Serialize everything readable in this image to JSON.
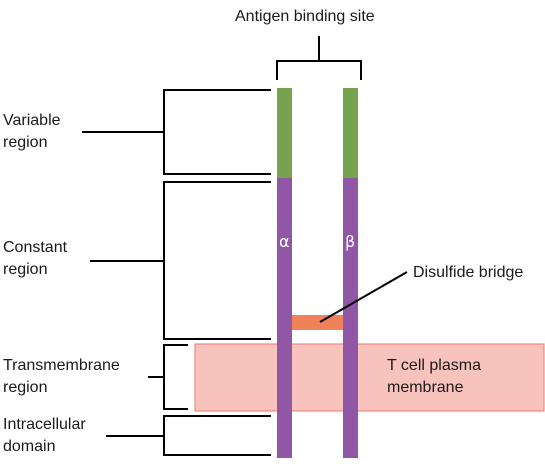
{
  "labels": {
    "antigen_binding_site": "Antigen binding site",
    "variable_region": [
      "Variable",
      "region"
    ],
    "constant_region": [
      "Constant",
      "region"
    ],
    "transmembrane_region": [
      "Transmembrane",
      "region"
    ],
    "intracellular_domain": [
      "Intracellular",
      "domain"
    ],
    "disulfide_bridge": "Disulfide bridge",
    "plasma_membrane": [
      "T cell plasma",
      "membrane"
    ]
  },
  "chains": {
    "alpha": "α",
    "beta": "β"
  },
  "colors": {
    "variable": "#77a34e",
    "constant": "#9157a6",
    "disulfide": "#f0825a",
    "membrane_fill": "#f8c3bd",
    "membrane_stroke": "#ef8a80",
    "bracket": "#000000"
  }
}
